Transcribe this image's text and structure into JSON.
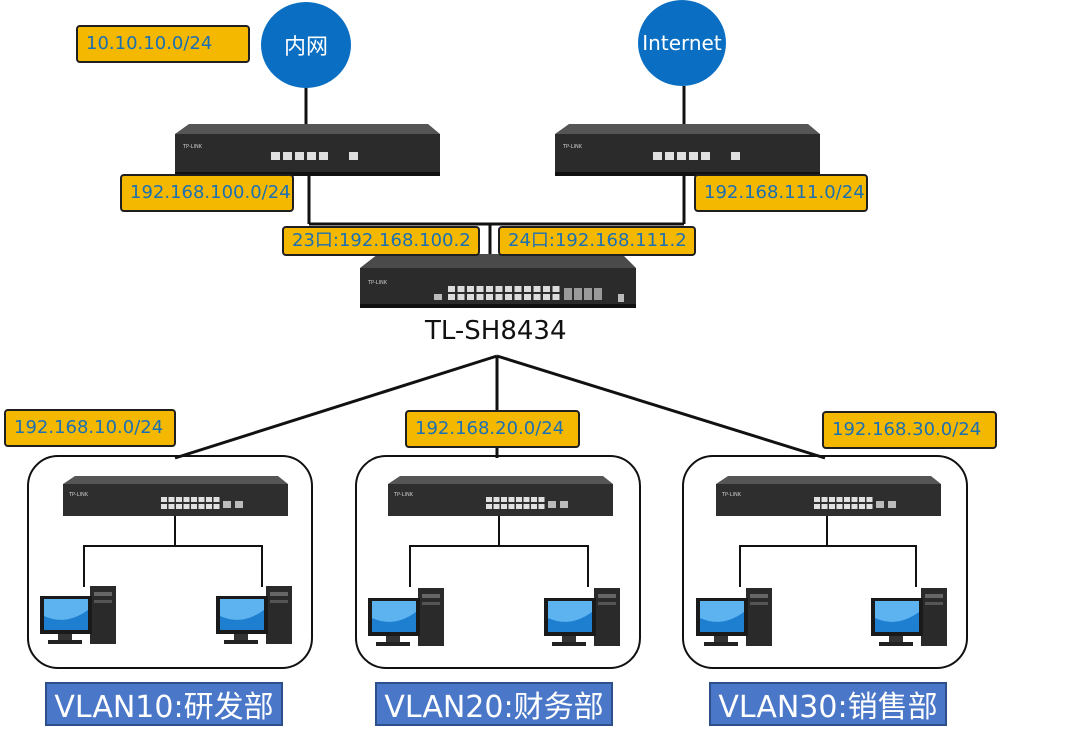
{
  "intranet_cloud": "内网",
  "internet_cloud": "Internet",
  "labels": {
    "intranet_subnet": "10.10.10.0/24",
    "router1_lan": "192.168.100.0/24",
    "router2_lan": "192.168.111.0/24",
    "port23": "23口:192.168.100.2",
    "port24": "24口:192.168.111.2",
    "vlan10_subnet": "192.168.10.0/24",
    "vlan20_subnet": "192.168.20.0/24",
    "vlan30_subnet": "192.168.30.0/24"
  },
  "core_switch_name": "TL-SH8434",
  "vlans": [
    "VLAN10:研发部",
    "VLAN20:财务部",
    "VLAN30:销售部"
  ],
  "brand_mark": "TP-LINK",
  "colors": {
    "label_fill": "#f5b800",
    "label_text": "#1b6fb3",
    "cloud_fill": "#0a6fc2",
    "vlan_fill": "#4a77c8",
    "device_body": "#2b2b2b"
  }
}
